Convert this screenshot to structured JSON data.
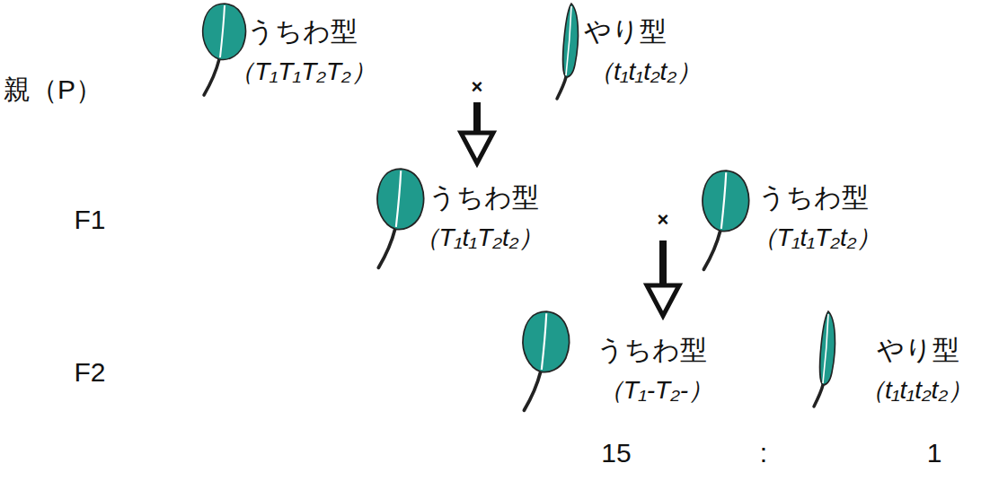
{
  "diagram": {
    "labels": [
      "親（P）",
      "うちわ型",
      "（T₁T₁T₂T₂）",
      "×",
      "やり型",
      "（t₁t₁t₂t₂）",
      "F1",
      "うちわ型",
      "（T₁t₁T₂t₂）",
      "×",
      "うちわ型",
      "（T₁t₁T₂t₂）",
      "F2",
      "うちわ型",
      "（T₁-T₂-）",
      "やり型",
      "（t₁t₁t₂t₂）",
      "15",
      ":",
      "1"
    ]
  }
}
